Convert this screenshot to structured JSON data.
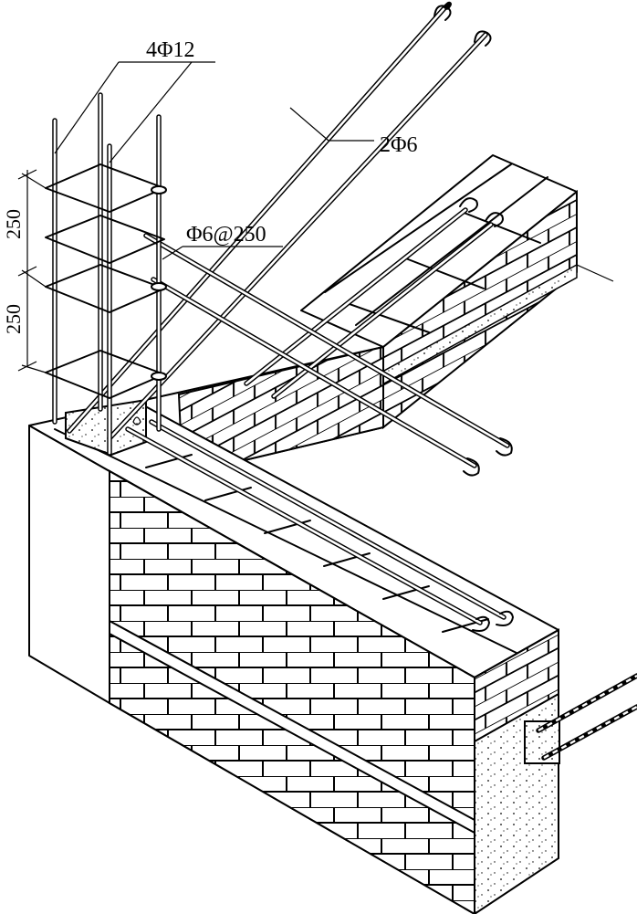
{
  "labels": {
    "vertical_bars": "4Φ12",
    "horizontal_bars": "2Φ6",
    "stirrups": "Φ6@250"
  },
  "dimensions": {
    "upper_spacing": "250",
    "lower_spacing": "250"
  }
}
